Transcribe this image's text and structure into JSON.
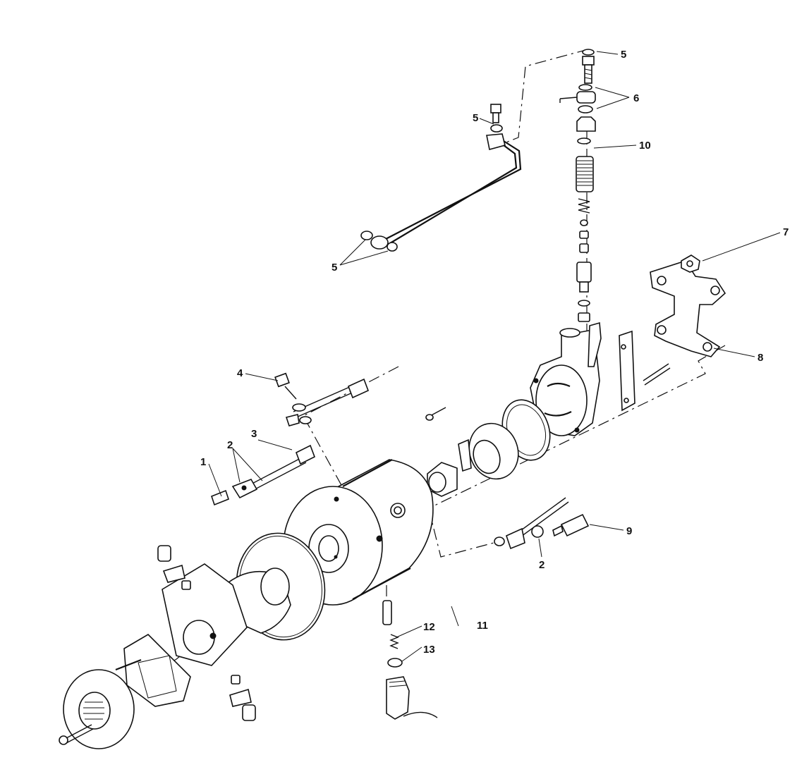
{
  "callouts": {
    "c1": "1",
    "c2a": "2",
    "c2b": "2",
    "c3": "3",
    "c4": "4",
    "c5a": "5",
    "c5b": "5",
    "c5c": "5",
    "c6": "6",
    "c7": "7",
    "c8": "8",
    "c9": "9",
    "c10": "10",
    "c11": "11",
    "c12": "12",
    "c13": "13"
  }
}
